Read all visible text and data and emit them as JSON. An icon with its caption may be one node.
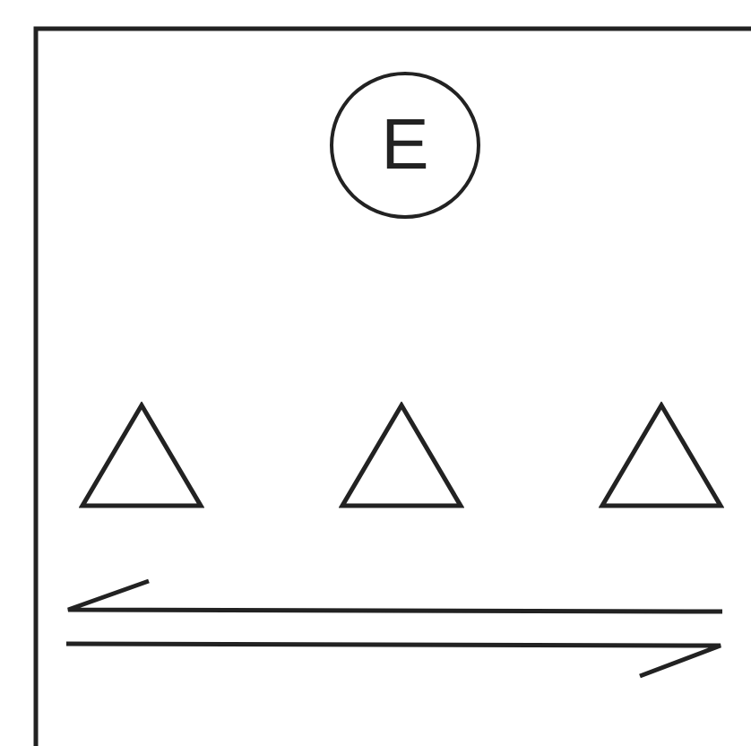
{
  "diagram": {
    "nodes": [
      {
        "text": [
          "E"
        ]
      },
      {
        "text": [],
        "shape": "triangle"
      },
      {
        "text": [],
        "shape": "triangle"
      },
      {
        "text": [],
        "shape": "triangle"
      }
    ],
    "edges": []
  }
}
